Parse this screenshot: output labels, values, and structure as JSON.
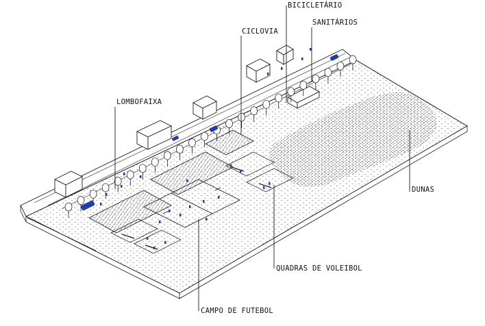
{
  "labels": {
    "bicicletario": "BICICLETÁRIO",
    "sanitarios": "SANITÁRIOS",
    "ciclovia": "CICLOVIA",
    "lombofaixa": "LOMBOFAIXA",
    "dunas": "DUNAS",
    "quadras_voleibol": "QUADRAS DE VOLEIBOL",
    "campo_futebol": "CAMPO DE FUTEBOL"
  },
  "colors": {
    "line": "#1a1a1a",
    "accent": "#1f3fa6",
    "ground": "#ffffff",
    "hatch": "#555555"
  }
}
